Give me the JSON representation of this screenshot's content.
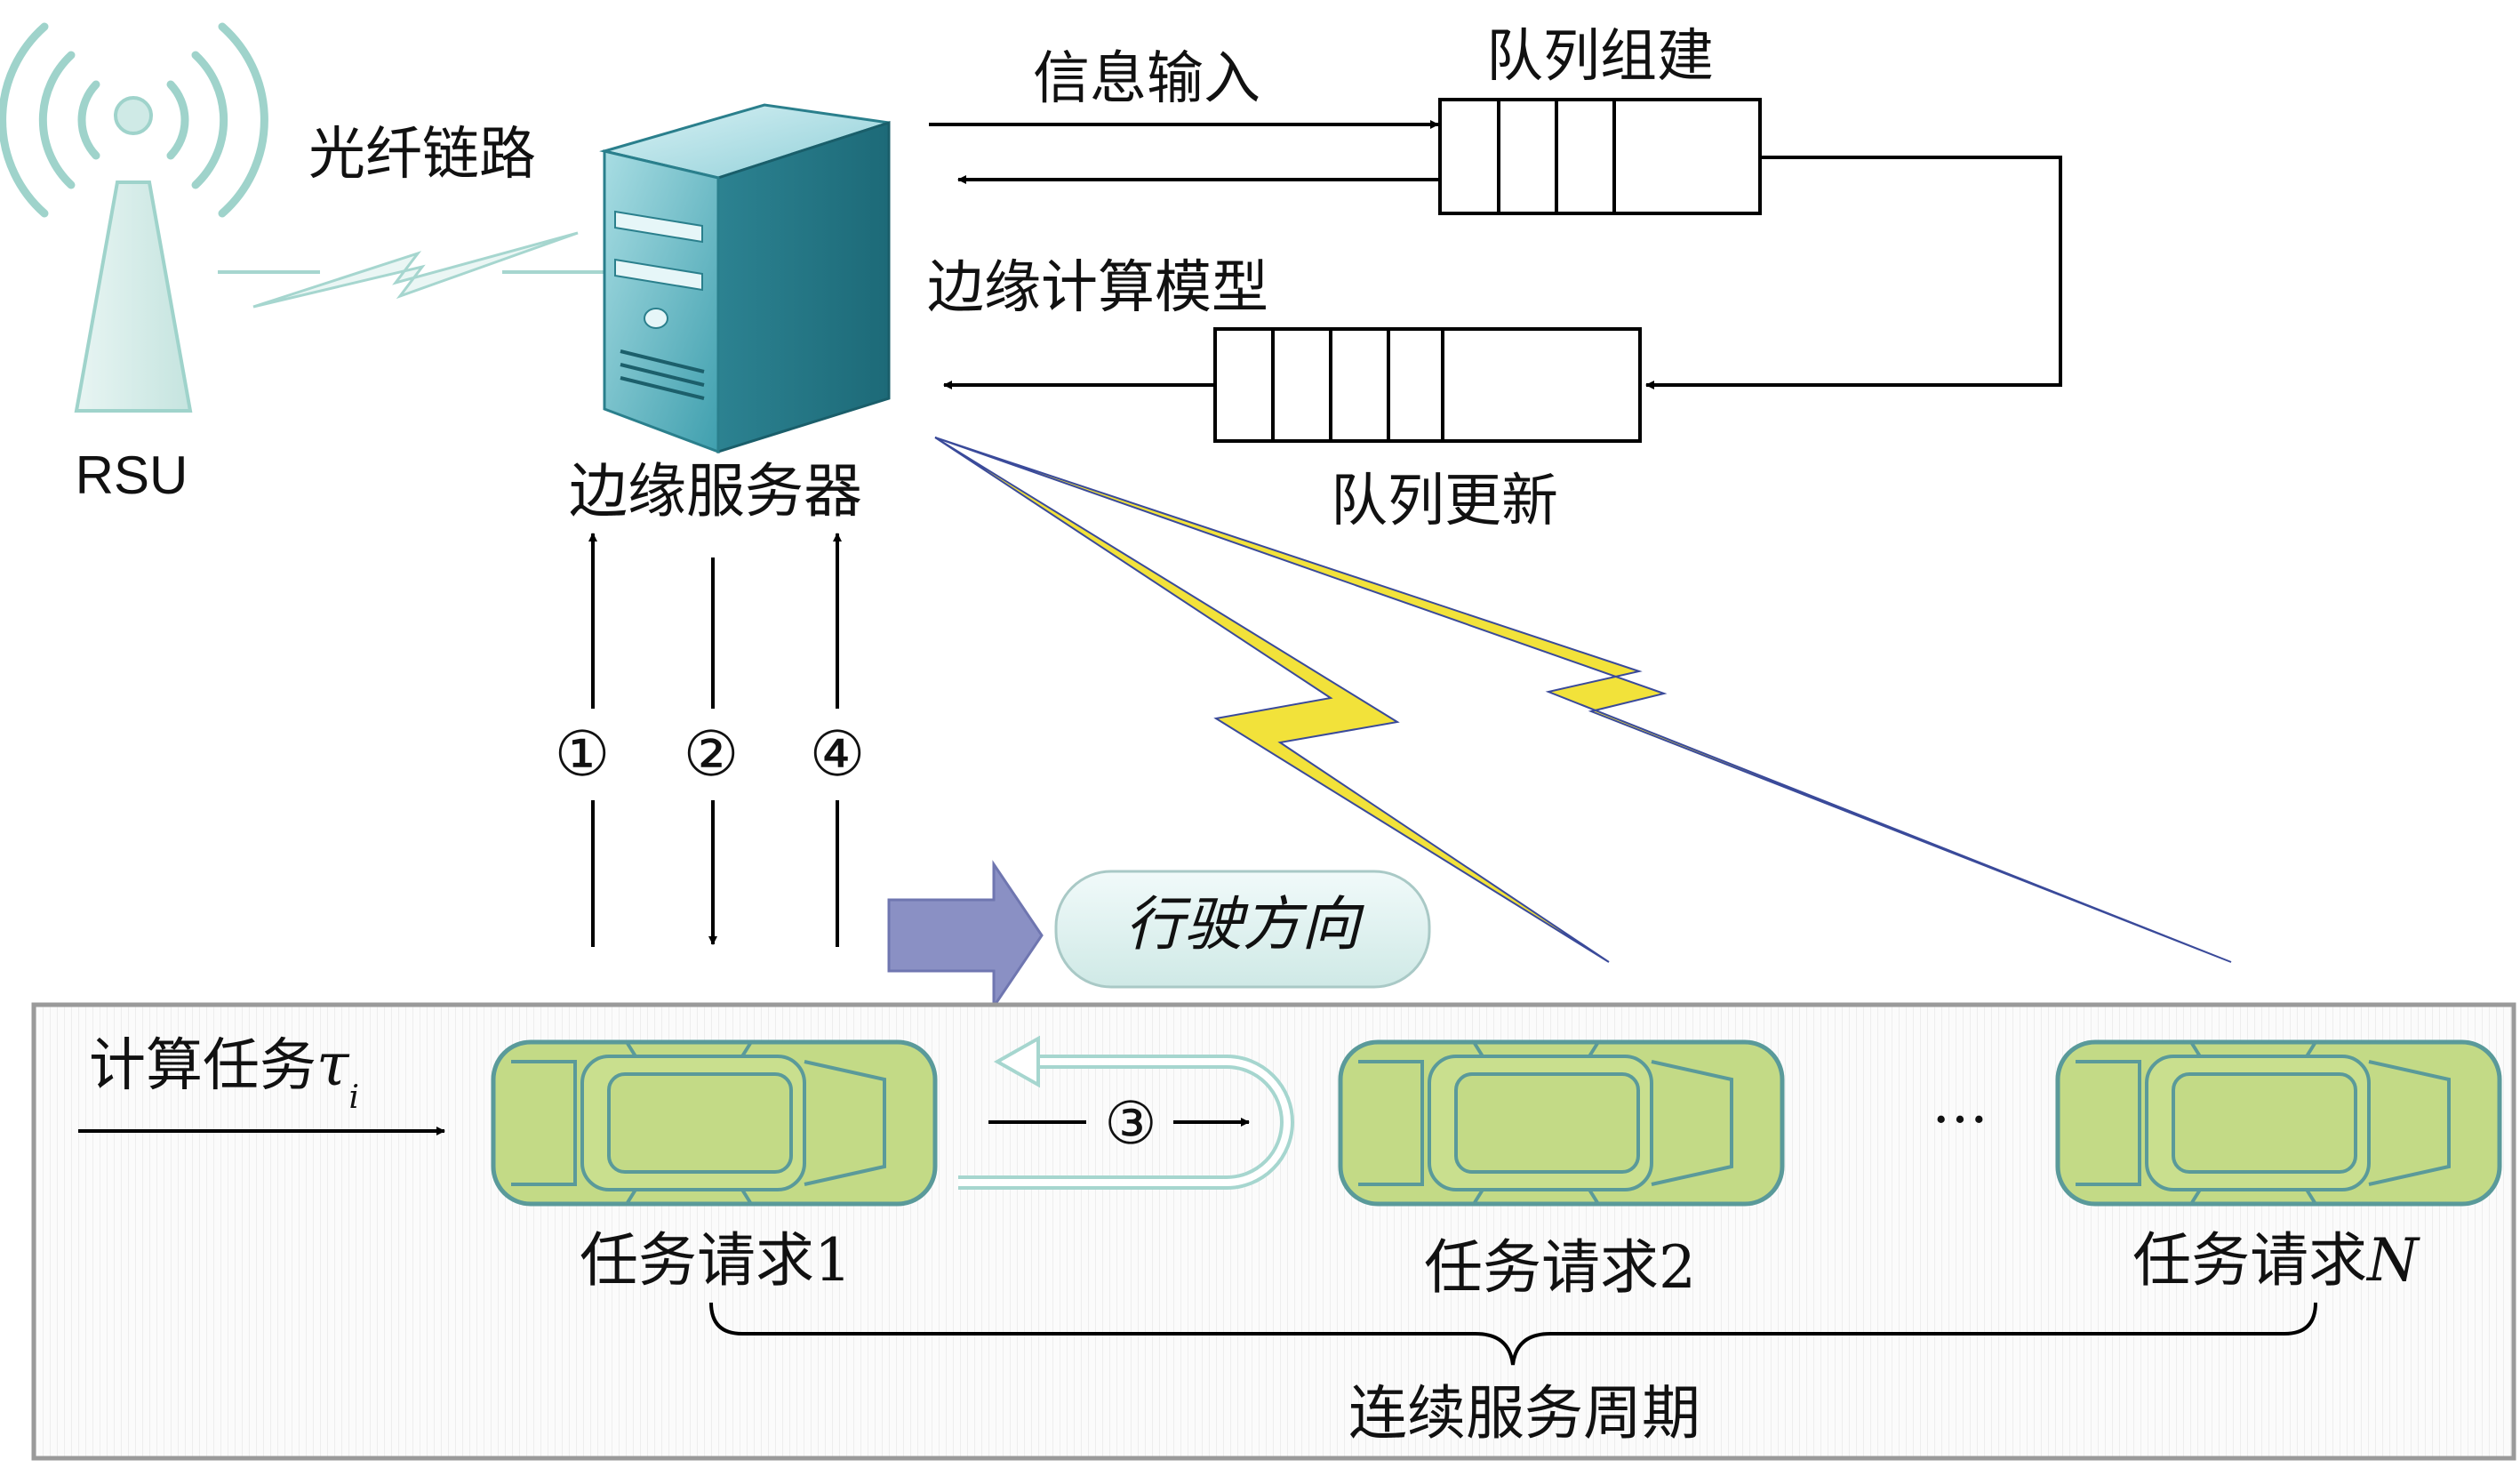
{
  "labels": {
    "rsu": "RSU",
    "fiber_link": "光纤链路",
    "edge_server": "边缘服务器",
    "info_input": "信息输入",
    "queue_build": "队列组建",
    "edge_model": "边缘计算模型",
    "queue_update": "队列更新",
    "drive_direction": "行驶方向",
    "compute_task": "计算任务",
    "compute_task_symbol": "τ",
    "compute_task_subscript": "i",
    "task_req_1": "任务请求1",
    "task_req_2": "任务请求2",
    "task_req_n_prefix": "任务请求",
    "task_req_n_var": "N",
    "ellipsis": "…",
    "continuous_service": "连续服务周期",
    "step1": "①",
    "step2": "②",
    "step3": "③",
    "step4": "④"
  },
  "colors": {
    "server_body": "#5fb8c2",
    "car_fill": "#c3da86",
    "car_stroke": "#5a9a9a",
    "lightning": "#f2e23a",
    "direction_arrow": "#8a90c4",
    "road_border": "#9a9a9a"
  }
}
